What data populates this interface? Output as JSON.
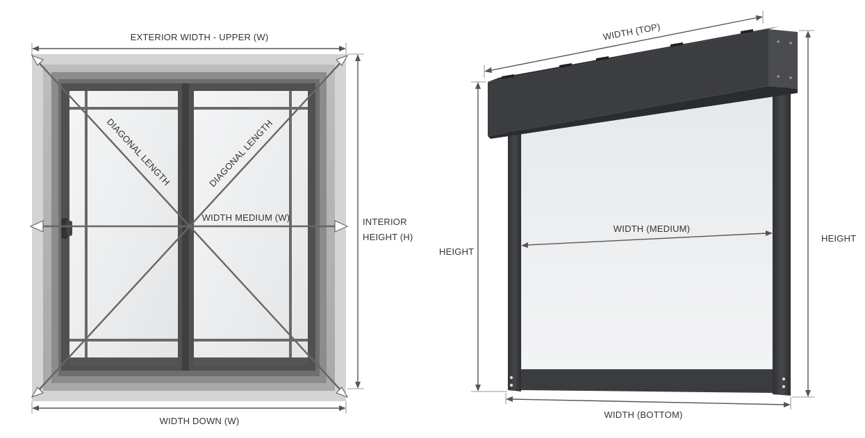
{
  "window_diagram": {
    "exterior_width_upper": "EXTERIOR WIDTH - UPPER (W)",
    "diagonal_length_left": "DIAGONAL LENGTH",
    "diagonal_length_right": "DIAGONAL LENGTH",
    "width_medium": "WIDTH MEDIUM (W)",
    "interior_height_line1": "INTERIOR",
    "interior_height_line2": "HEIGHT (H)",
    "width_down": "WIDTH DOWN (W)"
  },
  "screen_diagram": {
    "width_top": "WIDTH (TOP)",
    "width_medium": "WIDTH (MEDIUM)",
    "height_left": "HEIGHT",
    "height_right": "HEIGHT",
    "width_bottom": "WIDTH (BOTTOM)"
  },
  "colors": {
    "window_frame": "#8a8a8a",
    "screen_frame": "#3d3f42",
    "dimension_line": "#555555",
    "glass": "#eef0f1"
  }
}
